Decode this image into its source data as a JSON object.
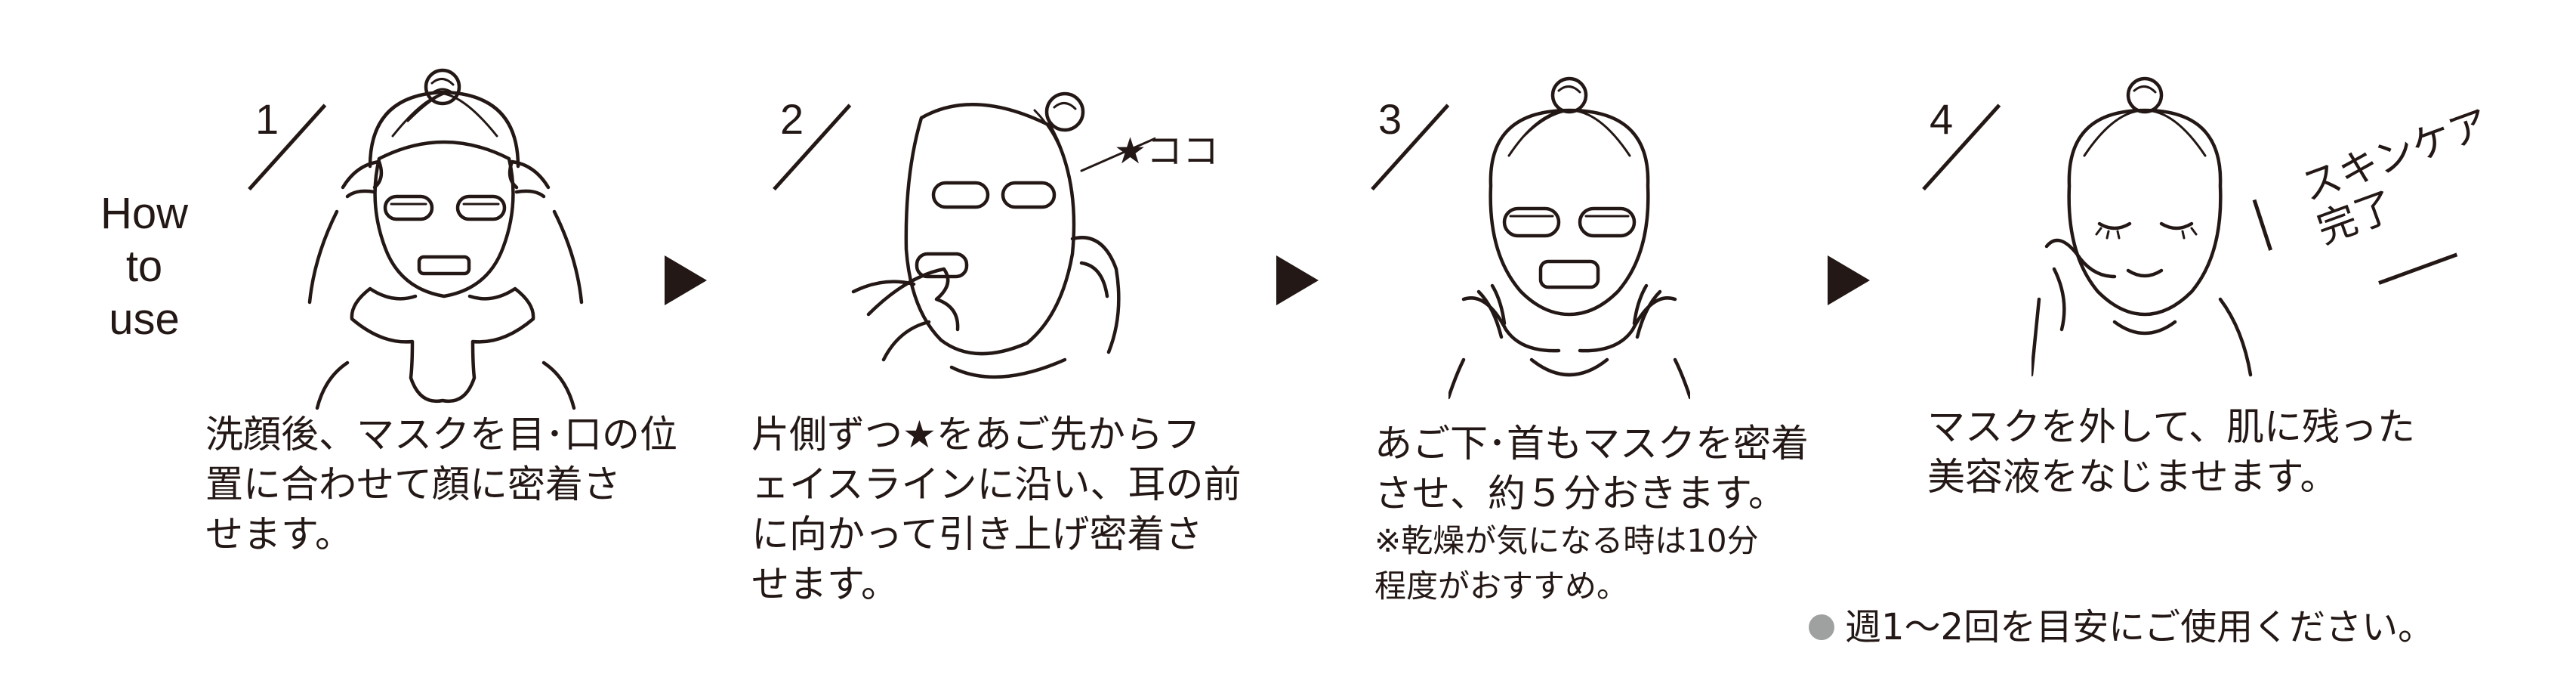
{
  "how_to_use": [
    "How",
    "to",
    "use"
  ],
  "steps": [
    {
      "number": "1",
      "text": "洗顔後、マスクを目･口の位\n置に合わせて顔に密着さ\nせます。"
    },
    {
      "number": "2",
      "text": "片側ずつ★をあご先からフ\nェイスラインに沿い、耳の前\nに向かって引き上げ密着さ\nせます。",
      "callout": "★ココ"
    },
    {
      "number": "3",
      "text": "あご下･首もマスクを密着\nさせ、約５分おきます。",
      "note": "※乾燥が気になる時は10分\n程度がおすすめ。"
    },
    {
      "number": "4",
      "text": "マスクを外して、肌に残った\n美容液をなじませます。",
      "callout": "スキンケア\n完了"
    }
  ],
  "footer": "週1～2回を目安にご使用ください。",
  "colors": {
    "ink": "#231815",
    "bullet": "#9fa0a0"
  }
}
